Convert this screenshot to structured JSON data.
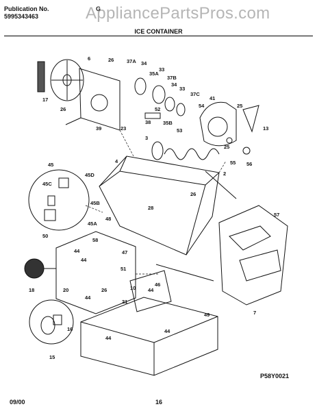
{
  "header": {
    "publication_label": "Publication No.",
    "publication_number": "5995343463",
    "model_fragment": "G",
    "section_title": "ICE CONTAINER"
  },
  "watermark": "AppliancePartsPros.com",
  "diagram_code": "P58Y0021",
  "footer": {
    "date": "09/00",
    "page": "16"
  },
  "part_labels": [
    "6",
    "26",
    "37A",
    "34",
    "33",
    "35A",
    "37B",
    "34",
    "33",
    "17",
    "26",
    "39",
    "23",
    "38",
    "52",
    "35B",
    "53",
    "54",
    "37C",
    "41",
    "25",
    "13",
    "25",
    "55",
    "56",
    "3",
    "2",
    "4",
    "45",
    "45D",
    "45C",
    "45B",
    "45A",
    "50",
    "28",
    "26",
    "57",
    "48",
    "58",
    "47",
    "44",
    "44",
    "51",
    "10",
    "46",
    "18",
    "20",
    "44",
    "26",
    "21",
    "44",
    "49",
    "16",
    "15",
    "44",
    "44",
    "7"
  ]
}
